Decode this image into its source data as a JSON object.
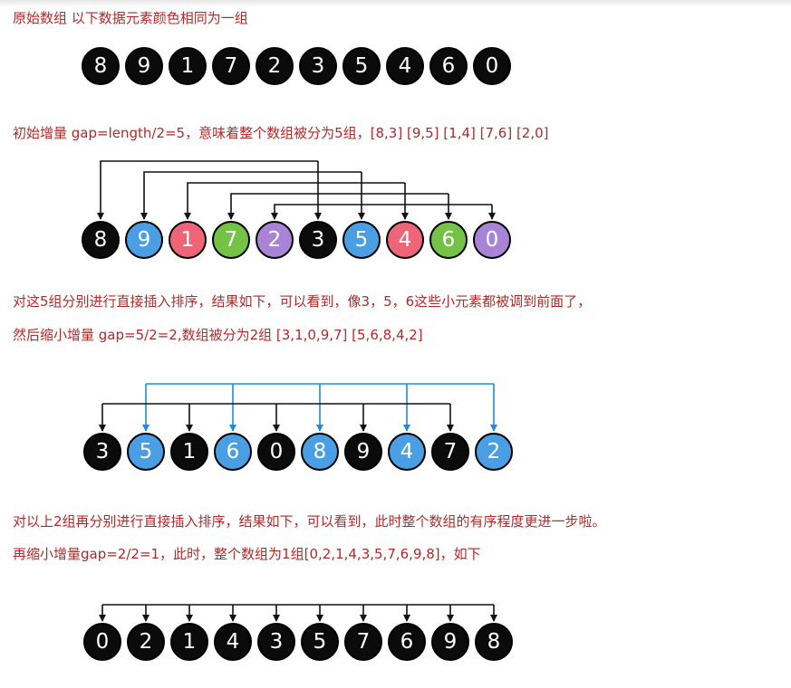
{
  "colors": {
    "black": "#0b0b0b",
    "blue": "#4a9ee3",
    "red": "#ee6577",
    "green": "#74c246",
    "purple": "#a884d6",
    "arrow_blue": "#1d8ce0",
    "arrow_black": "#111111"
  },
  "captions": [
    "原始数组  以下数据元素颜色相同为一组",
    "初始增量 gap=length/2=5，意味着整个数组被分为5组，[8,3] [9,5] [1,4] [7,6] [2,0]",
    "对这5组分别进行直接插入排序，结果如下，可以看到，像3，5，6这些小元素都被调到前面了，",
    "然后缩小增量 gap=5/2=2,数组被分为2组 [3,1,0,9,7] [5,6,8,4,2]",
    "对以上2组再分别进行直接插入排序，结果如下，可以看到，此时整个数组的有序程度更进一步啦。",
    "再缩小增量gap=2/2=1，此时，整个数组为1组[0,2,1,4,3,5,7,6,9,8]，如下"
  ],
  "rows": [
    {
      "values": [
        "8",
        "9",
        "1",
        "7",
        "2",
        "3",
        "5",
        "4",
        "6",
        "0"
      ],
      "colors": [
        "black",
        "black",
        "black",
        "black",
        "black",
        "black",
        "black",
        "black",
        "black",
        "black"
      ]
    },
    {
      "values": [
        "8",
        "9",
        "1",
        "7",
        "2",
        "3",
        "5",
        "4",
        "6",
        "0"
      ],
      "colors": [
        "black",
        "blue",
        "red",
        "green",
        "purple",
        "black",
        "blue",
        "red",
        "green",
        "purple"
      ]
    },
    {
      "values": [
        "3",
        "5",
        "1",
        "6",
        "0",
        "8",
        "9",
        "4",
        "7",
        "2"
      ],
      "colors": [
        "black",
        "blue",
        "black",
        "blue",
        "black",
        "blue",
        "black",
        "blue",
        "black",
        "blue"
      ]
    },
    {
      "values": [
        "0",
        "2",
        "1",
        "4",
        "3",
        "5",
        "7",
        "6",
        "9",
        "8"
      ],
      "colors": [
        "black",
        "black",
        "black",
        "black",
        "black",
        "black",
        "black",
        "black",
        "black",
        "black"
      ]
    }
  ]
}
